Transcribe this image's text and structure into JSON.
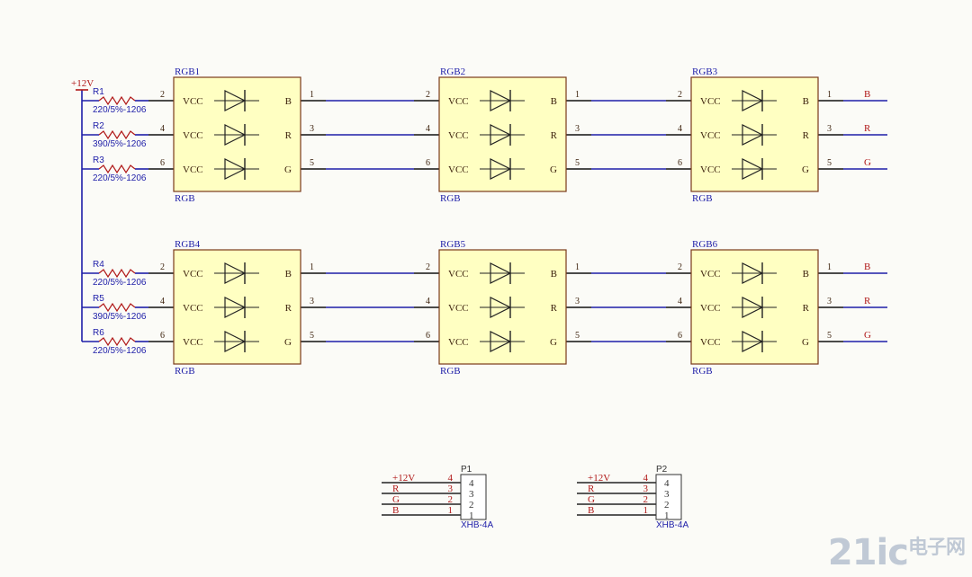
{
  "power": {
    "label": "+12V"
  },
  "modules": [
    {
      "ref": "RGB1",
      "value": "RGB"
    },
    {
      "ref": "RGB2",
      "value": "RGB"
    },
    {
      "ref": "RGB3",
      "value": "RGB"
    },
    {
      "ref": "RGB4",
      "value": "RGB"
    },
    {
      "ref": "RGB5",
      "value": "RGB"
    },
    {
      "ref": "RGB6",
      "value": "RGB"
    }
  ],
  "module_pins": {
    "left_label": "VCC",
    "rows": [
      {
        "left_num": "2",
        "right_name": "B",
        "right_num": "1"
      },
      {
        "left_num": "4",
        "right_name": "R",
        "right_num": "3"
      },
      {
        "left_num": "6",
        "right_name": "G",
        "right_num": "5"
      }
    ]
  },
  "resistors": [
    {
      "ref": "R1",
      "value": "220/5%-1206"
    },
    {
      "ref": "R2",
      "value": "390/5%-1206"
    },
    {
      "ref": "R3",
      "value": "220/5%-1206"
    },
    {
      "ref": "R4",
      "value": "220/5%-1206"
    },
    {
      "ref": "R5",
      "value": "390/5%-1206"
    },
    {
      "ref": "R6",
      "value": "220/5%-1206"
    }
  ],
  "net_outputs": [
    "B",
    "R",
    "G"
  ],
  "connectors": [
    {
      "ref": "P1",
      "value": "XHB-4A",
      "pins": [
        "4",
        "3",
        "2",
        "1"
      ],
      "nets": [
        "+12V",
        "R",
        "G",
        "B"
      ]
    },
    {
      "ref": "P2",
      "value": "XHB-4A",
      "pins": [
        "4",
        "3",
        "2",
        "1"
      ],
      "nets": [
        "+12V",
        "R",
        "G",
        "B"
      ]
    }
  ],
  "watermark": {
    "main": "21ic",
    "cn": "电子网"
  }
}
